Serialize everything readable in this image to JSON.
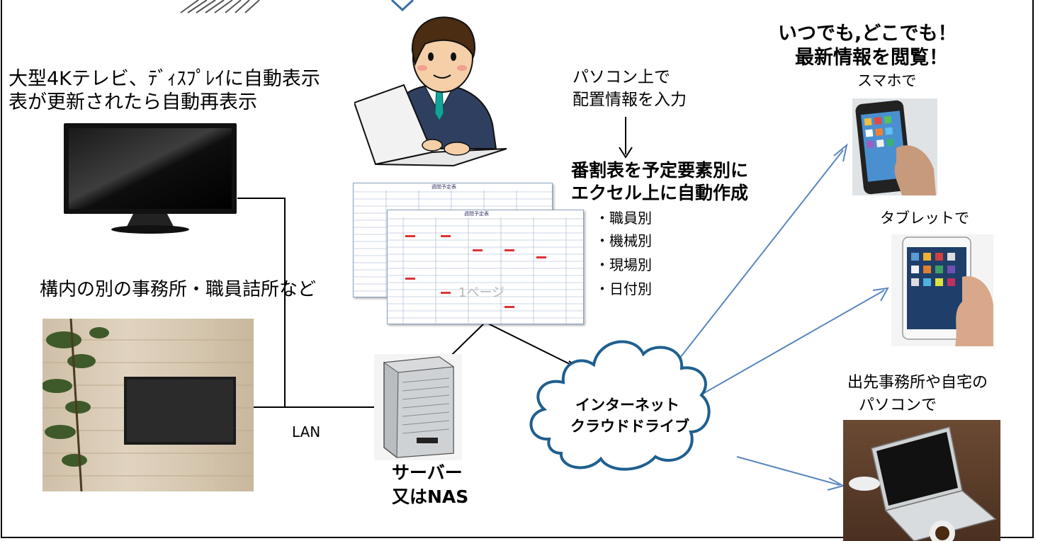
{
  "tv_caption": {
    "line1": "大型4Kテレビ、ﾃﾞｨｽﾌﾟﾚｲに自動表示",
    "line2": "表が更新されたら自動再表示"
  },
  "office_caption": "構内の別の事務所・職員詰所など",
  "pc_input": {
    "line1": "パソコン上で",
    "line2": "配置情報を入力"
  },
  "schedule": {
    "title_line1": "番割表を予定要素別に",
    "title_line2": "エクセル上に自動作成",
    "items": [
      "・職員別",
      "・機械別",
      "・現場別",
      "・日付別"
    ],
    "sheet_title": "週間予定表",
    "page_watermark": "1ページ"
  },
  "anytime": {
    "line1": "いつでも,どこでも！",
    "line2": "最新情報を閲覧！"
  },
  "smartphone_label": "スマホで",
  "tablet_label": "タブレットで",
  "remote_pc": {
    "line1": "出先事務所や自宅の",
    "line2": "パソコンで"
  },
  "cloud": {
    "line1": "インターネット",
    "line2": "クラウドドライブ"
  },
  "server": {
    "line1": "サーバー",
    "line2": "又はNAS"
  },
  "lan_label": "LAN",
  "colors": {
    "cloud_stroke": "#1f5f8f",
    "blue_arrow": "#5a86c0",
    "line": "#000000"
  }
}
